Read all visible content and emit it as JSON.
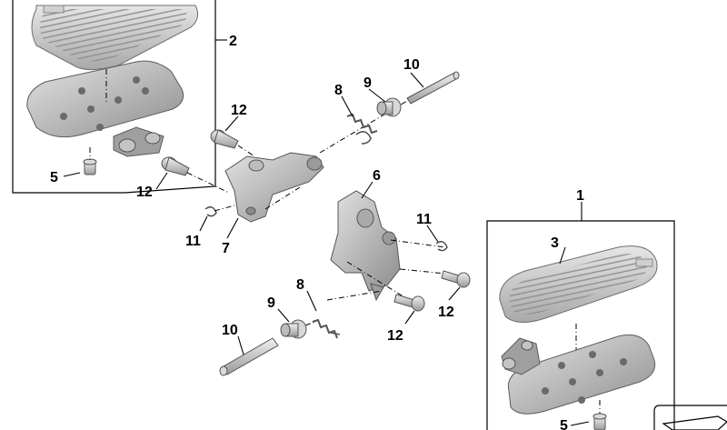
{
  "diagram": {
    "callouts": {
      "left_group": "2",
      "left_screw": "5",
      "left_bolt_a": "12",
      "left_bolt_b": "12",
      "bracket_upper": "7",
      "clip_upper": "11",
      "spring_upper": "8",
      "bushing_upper": "9",
      "pin_upper": "10",
      "bracket_lower": "6",
      "clip_lower": "11",
      "bolt_lower_right": "12",
      "bolt_lower_mid": "12",
      "spring_lower": "8",
      "bushing_lower": "9",
      "pin_lower": "10",
      "right_group": "1",
      "right_footboard": "3",
      "right_screw": "5"
    },
    "colors": {
      "metal_light": "#c9c9c9",
      "metal_mid": "#a8a8a8",
      "metal_dark": "#7c7c7c",
      "rubber": "#b7b7b7",
      "line": "#000000"
    }
  }
}
